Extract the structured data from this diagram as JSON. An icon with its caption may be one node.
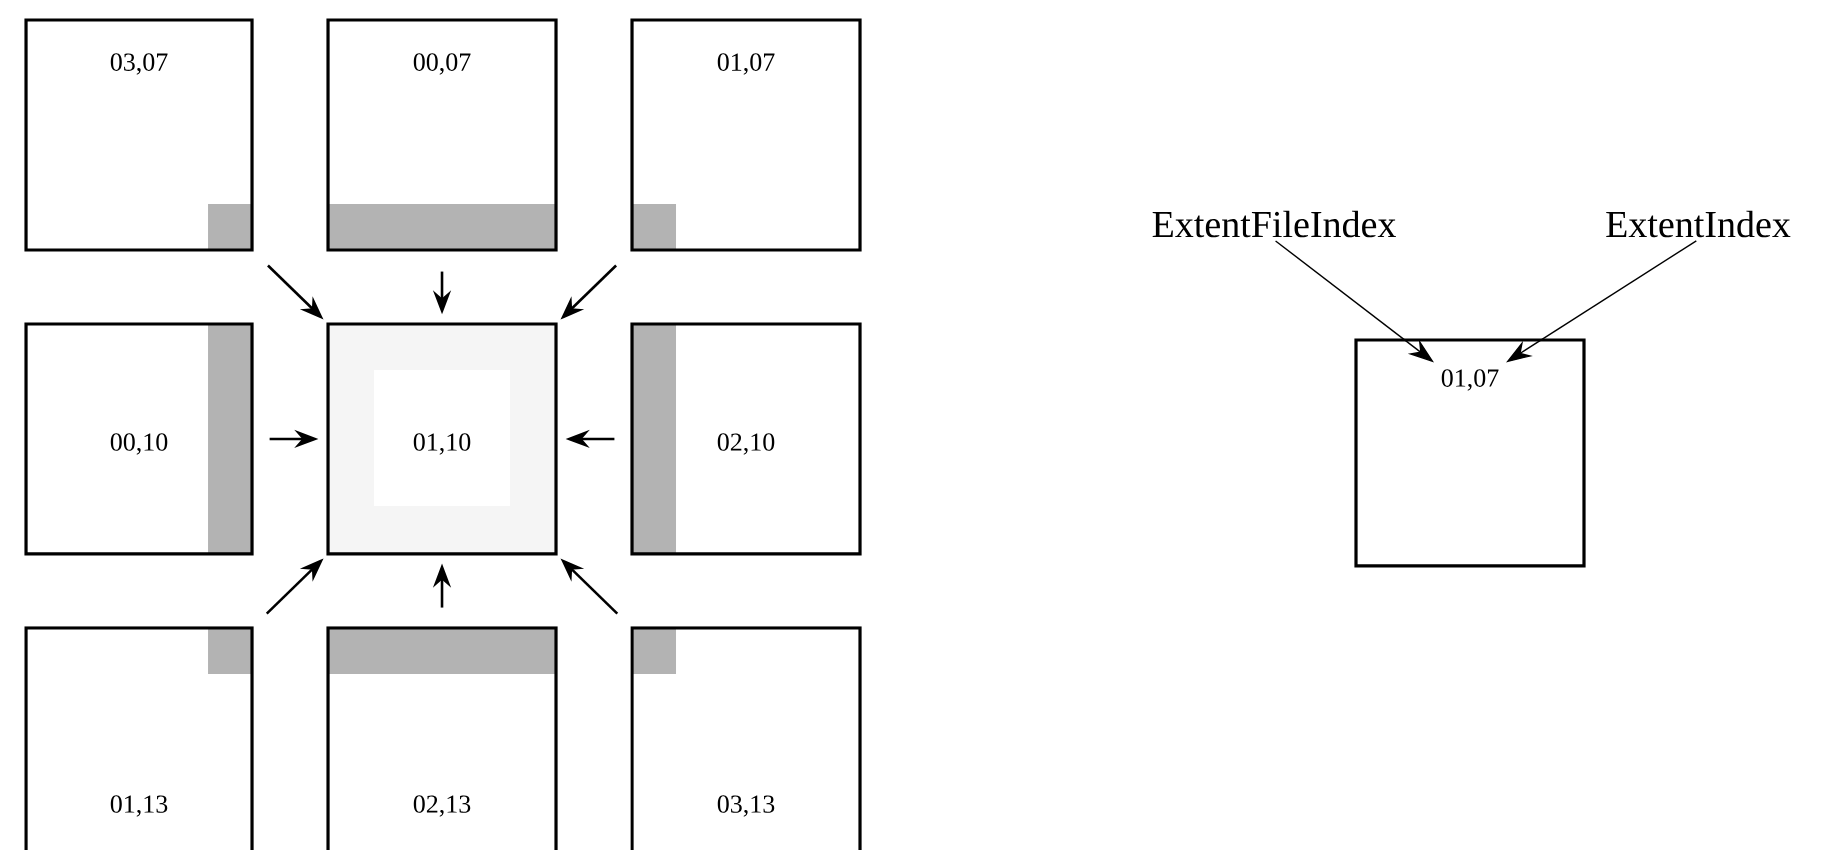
{
  "diagram": {
    "nodes": [
      {
        "text": [
          "03,07"
        ]
      },
      {
        "text": [
          "00,07"
        ]
      },
      {
        "text": [
          "01,07"
        ]
      },
      {
        "text": [
          "00,10"
        ]
      },
      {
        "text": [
          "01,10"
        ]
      },
      {
        "text": [
          "02,10"
        ]
      },
      {
        "text": [
          "01,13"
        ]
      },
      {
        "text": [
          "02,13"
        ]
      },
      {
        "text": [
          "03,13"
        ]
      },
      {
        "text": [
          "ExtentFileIndex"
        ]
      },
      {
        "text": [
          "ExtentIndex"
        ]
      },
      {
        "text": [
          "01,07"
        ]
      }
    ],
    "edges": [
      {
        "from": 0,
        "to": 4,
        "arrow": "to"
      },
      {
        "from": 1,
        "to": 4,
        "arrow": "to"
      },
      {
        "from": 2,
        "to": 4,
        "arrow": "to"
      },
      {
        "from": 3,
        "to": 4,
        "arrow": "to"
      },
      {
        "from": 5,
        "to": 4,
        "arrow": "to"
      },
      {
        "from": 6,
        "to": 4,
        "arrow": "to"
      },
      {
        "from": 7,
        "to": 4,
        "arrow": "to"
      },
      {
        "from": 8,
        "to": 4,
        "arrow": "to"
      },
      {
        "from": 9,
        "to": 11,
        "arrow": "to"
      },
      {
        "from": 10,
        "to": 11,
        "arrow": "to"
      }
    ]
  }
}
